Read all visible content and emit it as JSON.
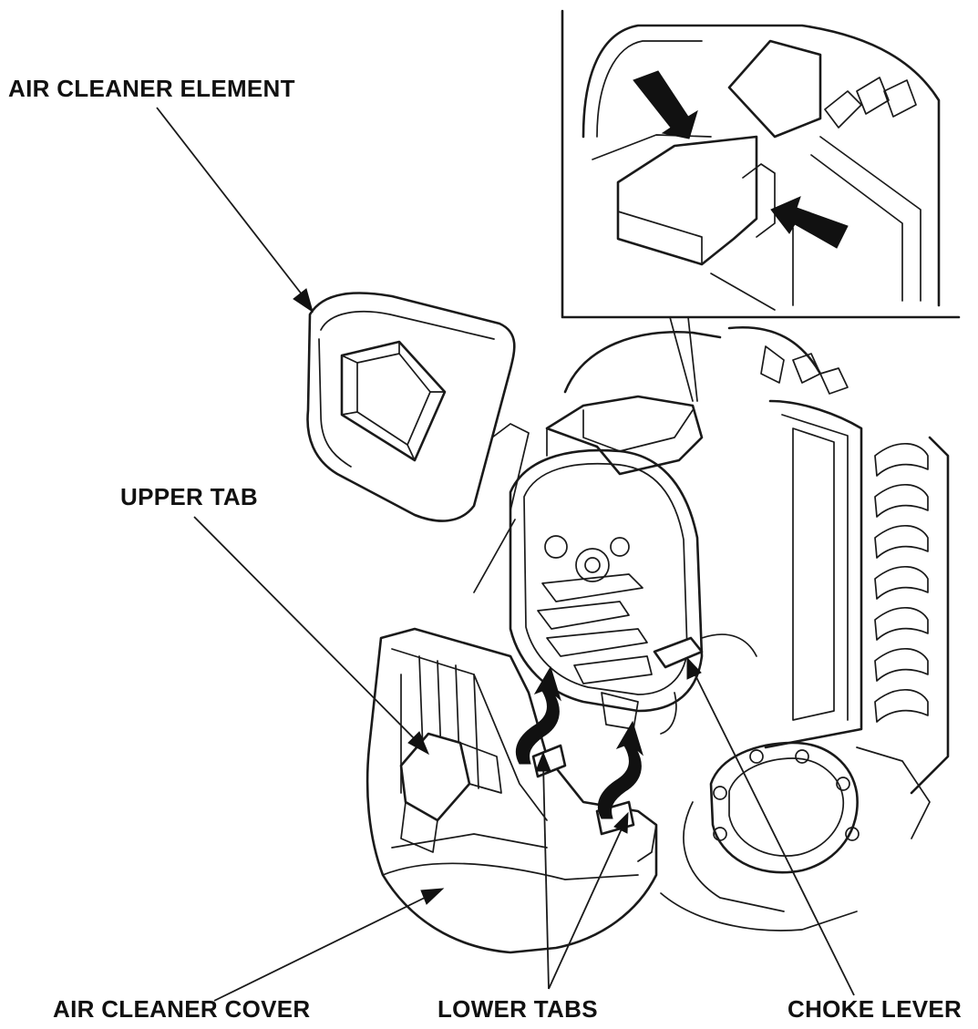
{
  "labels": {
    "air_cleaner_element": "AIR CLEANER ELEMENT",
    "upper_tab": "UPPER TAB",
    "air_cleaner_cover": "AIR CLEANER COVER",
    "lower_tabs": "LOWER TABS",
    "choke_lever": "CHOKE LEVER"
  },
  "colors": {
    "line": "#1a1a1a",
    "background": "#ffffff"
  }
}
